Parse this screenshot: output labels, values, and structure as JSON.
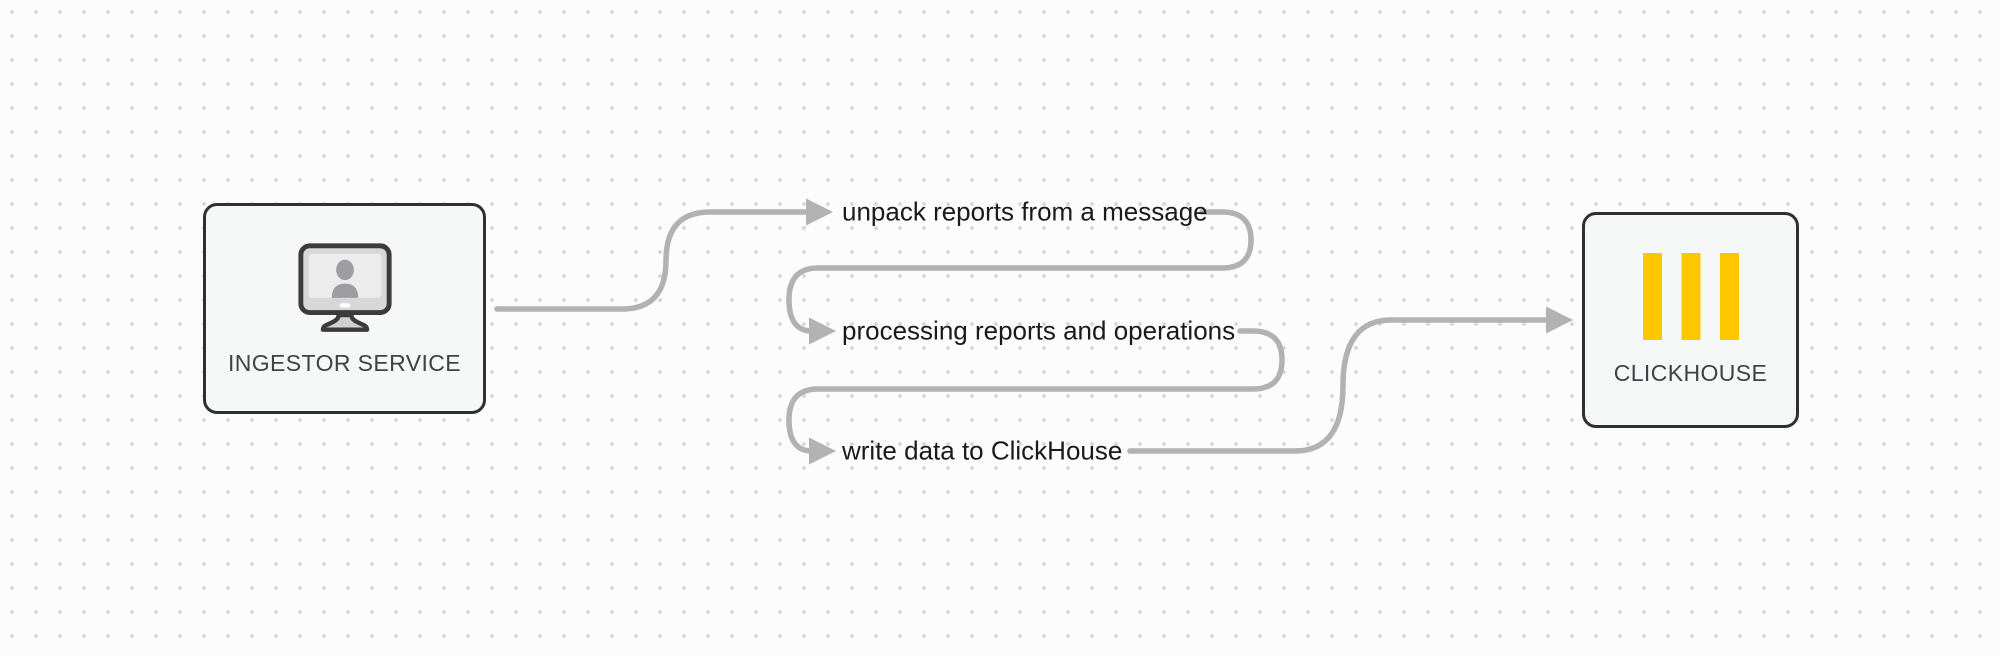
{
  "diagram": {
    "background_color": "#fcfcfc",
    "dot_color": "#d8d8d8",
    "connector_color": "#b2b2b2",
    "step_text_color": "#1a1a1a",
    "node_border_color": "#2d3134",
    "node_bg_color": "#f6f7f7",
    "node_label_color": "#3f4346",
    "nodes": {
      "ingestor": {
        "label": "INGESTOR SERVICE",
        "icon": "monitor-user-icon"
      },
      "clickhouse": {
        "label": "CLICKHOUSE",
        "icon": "clickhouse-bars-icon",
        "bar_color": "#ffc700"
      }
    },
    "steps": [
      {
        "label": "unpack reports from a message"
      },
      {
        "label": "processing reports and operations"
      },
      {
        "label": "write data to ClickHouse"
      }
    ]
  }
}
